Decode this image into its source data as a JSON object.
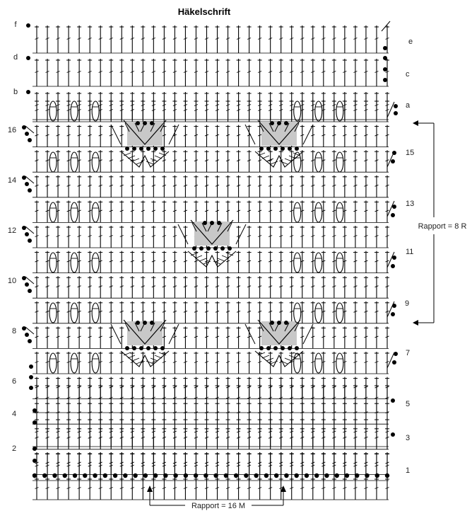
{
  "title": "Häkelschrift",
  "row_labels_left": [
    "f",
    "d",
    "b",
    "16",
    "14",
    "12",
    "10",
    "8",
    "6",
    "4",
    "2"
  ],
  "row_labels_right": [
    "e",
    "c",
    "a",
    "15",
    "13",
    "11",
    "9",
    "7",
    "5",
    "3",
    "1"
  ],
  "repeat_rows_label": "Rapport = 8 R",
  "repeat_stitches_label": "Rapport = 16 M",
  "colors": {
    "ink": "#000000",
    "shade": "#c8c8c8",
    "text": "#222222"
  },
  "symbols": [
    "chain-dot",
    "treble-stitch",
    "cluster-stitch",
    "shell-fan",
    "crossed-stitch"
  ],
  "diagram": {
    "rows": 22,
    "stitch_columns": 34,
    "foundation_chains": 36
  }
}
